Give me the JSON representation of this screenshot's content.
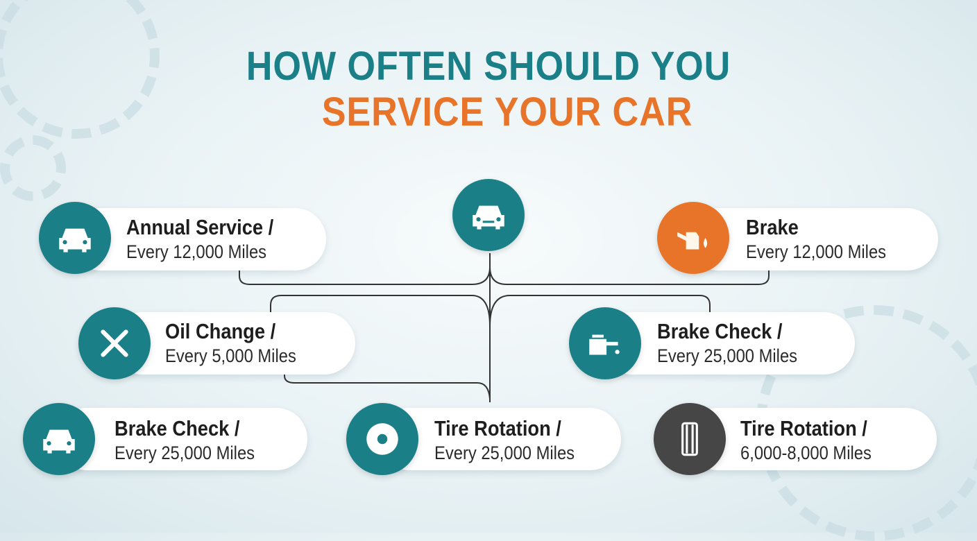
{
  "title": {
    "line1": "HOW OFTEN SHOULD YOU",
    "line2": "SERVICE YOUR CAR"
  },
  "colors": {
    "teal": "#1b7f88",
    "orange": "#e8742a",
    "dark": "#464646"
  },
  "items": [
    {
      "title": "Annual Service /",
      "detail": "Every 12,000 Miles",
      "icon": "car-icon"
    },
    {
      "title": "Brake",
      "detail": "Every 12,000 Miles",
      "icon": "oil-can-icon"
    },
    {
      "title": "Oil Change /",
      "detail": "Every 5,000 Miles",
      "icon": "wrench-icon"
    },
    {
      "title": "Brake Check /",
      "detail": "Every 25,000 Miles",
      "icon": "brake-fluid-icon"
    },
    {
      "title": "Brake Check /",
      "detail": "Every 25,000 Miles",
      "icon": "car-icon"
    },
    {
      "title": "Tire Rotation /",
      "detail": "Every 25,000 Miles",
      "icon": "brake-disc-icon"
    },
    {
      "title": "Tire Rotation /",
      "detail": "6,000-8,000 Miles",
      "icon": "tire-tread-icon"
    }
  ]
}
